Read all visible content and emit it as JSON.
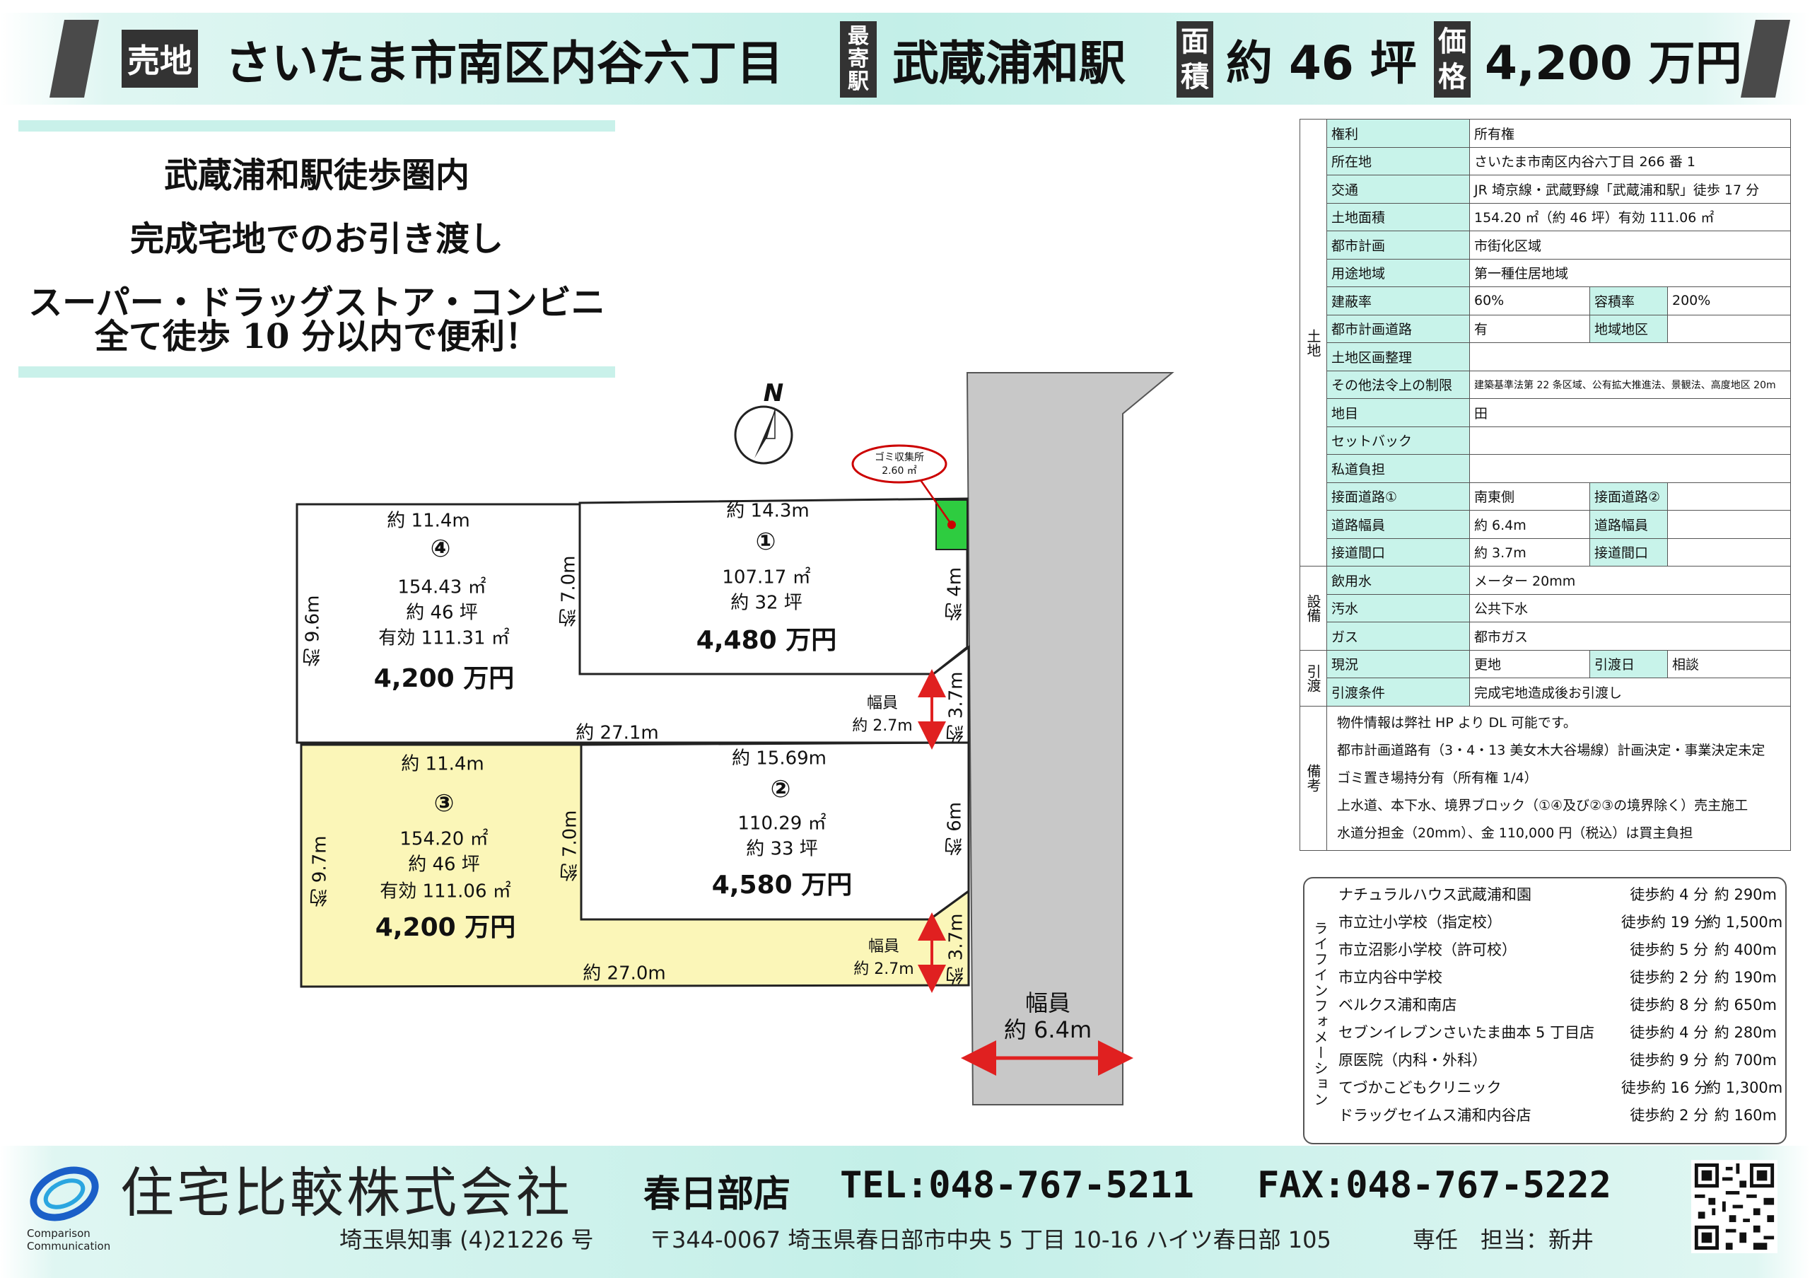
{
  "header": {
    "sale_badge": "売地",
    "address": "さいたま市南区内谷六丁目",
    "station_badge": [
      "最",
      "寄",
      "駅"
    ],
    "station": "武蔵浦和駅",
    "area_badge": [
      "面",
      "積"
    ],
    "area": "約 46 坪",
    "price_badge": [
      "価",
      "格"
    ],
    "price": "4,200 万円"
  },
  "taglines": [
    "武蔵浦和駅徒歩圏内",
    "完成宅地でのお引き渡し",
    "スーパー・ドラッグストア・コンビニ",
    "全て徒歩 10 分以内で便利！"
  ],
  "diagram": {
    "north": "N",
    "garbage": [
      "ゴミ収集所",
      "2.60 ㎡"
    ],
    "lots": [
      {
        "no": "①",
        "area": "107.17 ㎡",
        "tsubo": "約 32 坪",
        "price": "4,480 万円",
        "top": "約 14.3m"
      },
      {
        "no": "②",
        "area": "110.29 ㎡",
        "tsubo": "約 33 坪",
        "price": "4,580 万円",
        "top": "約 15.69m"
      },
      {
        "no": "③",
        "area": "154.20 ㎡",
        "tsubo": "約 46 坪",
        "effective": "有効 111.06 ㎡",
        "price": "4,200 万円",
        "top": "約 11.4m"
      },
      {
        "no": "④",
        "area": "154.43 ㎡",
        "tsubo": "約 46 坪",
        "effective": "有効 111.31 ㎡",
        "price": "4,200 万円",
        "top": "約 11.4m"
      }
    ],
    "dims": {
      "lot4_side": "約 9.6m",
      "lot1_side": "約 7.0m",
      "lot1_right": "約 4m",
      "access1_width_label": "幅員",
      "access1_width": "約 2.7m",
      "access1_frontage": "約 3.7m",
      "mid_length": "約 27.1m",
      "lot3_side": "約 9.7m",
      "lot2_side": "約 7.0m",
      "lot2_right": "約 6m",
      "access2_width_label": "幅員",
      "access2_width": "約 2.7m",
      "access2_frontage": "約 3.7m",
      "bottom_length": "約 27.0m",
      "road_label": "幅員",
      "road_width": "約 6.4m"
    }
  },
  "info": {
    "groups": {
      "land": "土地",
      "facilities": "設備",
      "handover": "引渡",
      "remarks": "備考"
    },
    "rows": {
      "right": [
        "権利",
        "所有権"
      ],
      "location": [
        "所在地",
        "さいたま市南区内谷六丁目 266 番 1"
      ],
      "transport": [
        "交通",
        "JR 埼京線・武蔵野線「武蔵浦和駅」徒歩 17 分"
      ],
      "land_area": [
        "土地面積",
        "154.20 ㎡（約 46 坪）有効 111.06 ㎡"
      ],
      "city_plan": [
        "都市計画",
        "市街化区域"
      ],
      "zoning": [
        "用途地域",
        "第一種住居地域"
      ],
      "coverage": [
        "建蔽率",
        "60%",
        "容積率",
        "200%"
      ],
      "plan_road": [
        "都市計画道路",
        "有",
        "地域地区",
        ""
      ],
      "readjust": [
        "土地区画整理",
        ""
      ],
      "other_limits": [
        "その他法令上の制限",
        "建築基準法第 22 条区域、公有拡大推進法、景観法、高度地区 20m"
      ],
      "land_cat": [
        "地目",
        "田"
      ],
      "setback": [
        "セットバック",
        ""
      ],
      "private_road": [
        "私道負担",
        ""
      ],
      "road1": [
        "接面道路①",
        "南東側",
        "接面道路②",
        ""
      ],
      "road_width": [
        "道路幅員",
        "約 6.4m",
        "道路幅員",
        ""
      ],
      "frontage": [
        "接道間口",
        "約 3.7m",
        "接道間口",
        ""
      ],
      "water": [
        "飲用水",
        "メーター 20mm"
      ],
      "sewage": [
        "汚水",
        "公共下水"
      ],
      "gas": [
        "ガス",
        "都市ガス"
      ],
      "status": [
        "現況",
        "更地",
        "引渡日",
        "相談"
      ],
      "condition": [
        "引渡条件",
        "完成宅地造成後お引渡し"
      ]
    },
    "notes": [
      "物件情報は弊社 HP より DL 可能です。",
      "都市計画道路有（3・4・13 美女木大谷場線）計画決定・事業決定未定",
      "ゴミ置き場持分有（所有権 1/4）",
      "上水道、本下水、境界ブロック（①④及び②③の境界除く）売主施工",
      "水道分担金（20mm）、金 110,000 円（税込）は買主負担"
    ]
  },
  "lifeline": {
    "title": "ライフインフォメーション",
    "items": [
      {
        "name": "ナチュラルハウス武蔵浦和園",
        "walk": "徒歩約 4 分",
        "dist": "約 290m"
      },
      {
        "name": "市立辻小学校（指定校）",
        "walk": "徒歩約 19 分",
        "dist": "約 1,500m"
      },
      {
        "name": "市立沼影小学校（許可校）",
        "walk": "徒歩約 5 分",
        "dist": "約 400m"
      },
      {
        "name": "市立内谷中学校",
        "walk": "徒歩約 2 分",
        "dist": "約 190m"
      },
      {
        "name": "ベルクス浦和南店",
        "walk": "徒歩約 8 分",
        "dist": "約 650m"
      },
      {
        "name": "セブンイレブンさいたま曲本 5 丁目店",
        "walk": "徒歩約 4 分",
        "dist": "約 280m"
      },
      {
        "name": "原医院（内科・外科）",
        "walk": "徒歩約 9 分",
        "dist": "約 700m"
      },
      {
        "name": "てづかこどもクリニック",
        "walk": "徒歩約 16 分",
        "dist": "約 1,300m"
      },
      {
        "name": "ドラッグセイムス浦和内谷店",
        "walk": "徒歩約 2 分",
        "dist": "約 160m"
      }
    ]
  },
  "footer": {
    "company": "住宅比較株式会社",
    "branch": "春日部店",
    "tel": "TEL:048-767-5211",
    "fax": "FAX:048-767-5222",
    "license": "埼玉県知事 (4)21226 号",
    "address": "〒344-0067 埼玉県春日部市中央 5 丁目 10-16 ハイツ春日部 105",
    "staff": "専任　担当：新井",
    "logo_text": [
      "Comparison",
      "Communication"
    ]
  },
  "colors": {
    "accent_mint": "#c8f3ea",
    "lot3_yellow": "#fbf6b8",
    "road_gray": "#c8c8c8",
    "arrow_red": "#e02020",
    "garbage_green": "#2ecc40"
  }
}
